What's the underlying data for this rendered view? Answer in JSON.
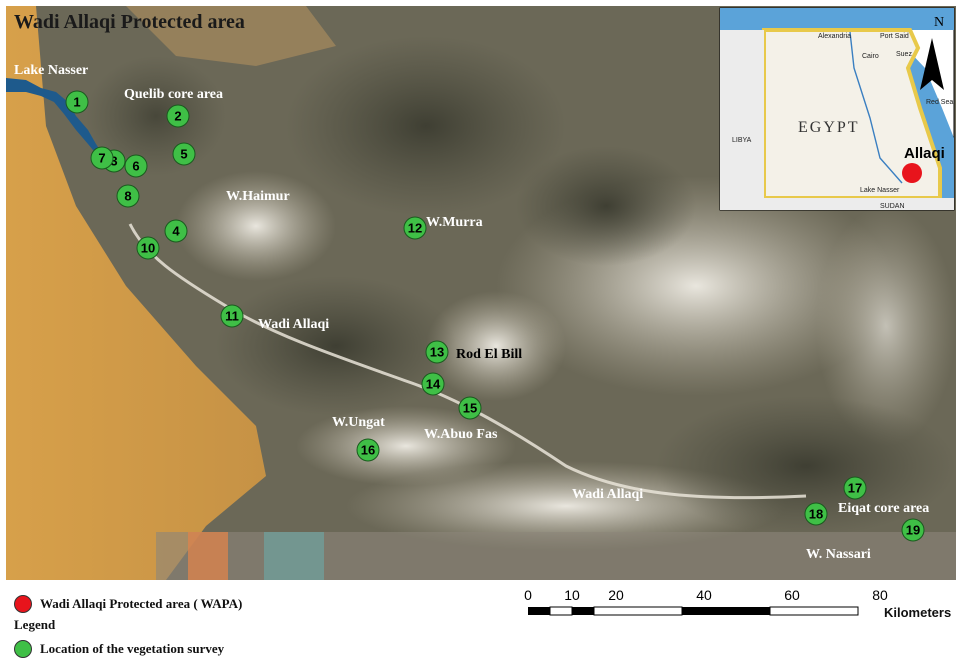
{
  "title": "Wadi Allaqi Protected area",
  "place_labels": [
    {
      "name": "lake-nasser-label",
      "text": "Lake Nasser"
    },
    {
      "name": "quelib-core-area-label",
      "text": "Quelib core area"
    },
    {
      "name": "w-haimur-label",
      "text": "W.Haimur"
    },
    {
      "name": "w-murra-label",
      "text": "W.Murra"
    },
    {
      "name": "wadi-allaqi-label-1",
      "text": "Wadi Allaqi"
    },
    {
      "name": "rod-el-bill-label",
      "text": "Rod El Bill"
    },
    {
      "name": "w-ungat-label",
      "text": "W.Ungat"
    },
    {
      "name": "w-abuo-fas-label",
      "text": "W.Abuo Fas"
    },
    {
      "name": "wadi-allaqi-label-2",
      "text": "Wadi Allaqi"
    },
    {
      "name": "eiqat-core-area-label",
      "text": "Eiqat core area"
    },
    {
      "name": "w-nassari-label",
      "text": "W. Nassari"
    }
  ],
  "sites": [
    "1",
    "2",
    "3",
    "4",
    "5",
    "6",
    "7",
    "8",
    "10",
    "11",
    "12",
    "13",
    "14",
    "15",
    "16",
    "17",
    "18",
    "19"
  ],
  "inset": {
    "country": "EGYPT",
    "highlight": "Allaqi",
    "north": "N",
    "cities": [
      "Alexandria",
      "Port Said",
      "Cairo",
      "Suez"
    ],
    "neighbors": [
      "LIBYA",
      "SUDAN"
    ],
    "features": [
      "Red Sea",
      "Lake Nasser"
    ]
  },
  "legend": {
    "heading": "Legend",
    "items": [
      {
        "label": "Wadi Allaqi Protected area ( WAPA)",
        "color": "#e8141c"
      },
      {
        "label": "Location of the vegetation survey",
        "color": "#3fbf46"
      }
    ]
  },
  "scale_bar": {
    "ticks": [
      "0",
      "10",
      "20",
      "40",
      "60",
      "80"
    ],
    "unit": "Kilometers"
  },
  "colors": {
    "survey_point": "#3fbf46",
    "protected_area": "#e8141c",
    "desert_sand": "#d9a24a",
    "dark_rock": "#4a4a3c",
    "light_plain": "#cfc9ba",
    "lake": "#1e5a8c"
  }
}
